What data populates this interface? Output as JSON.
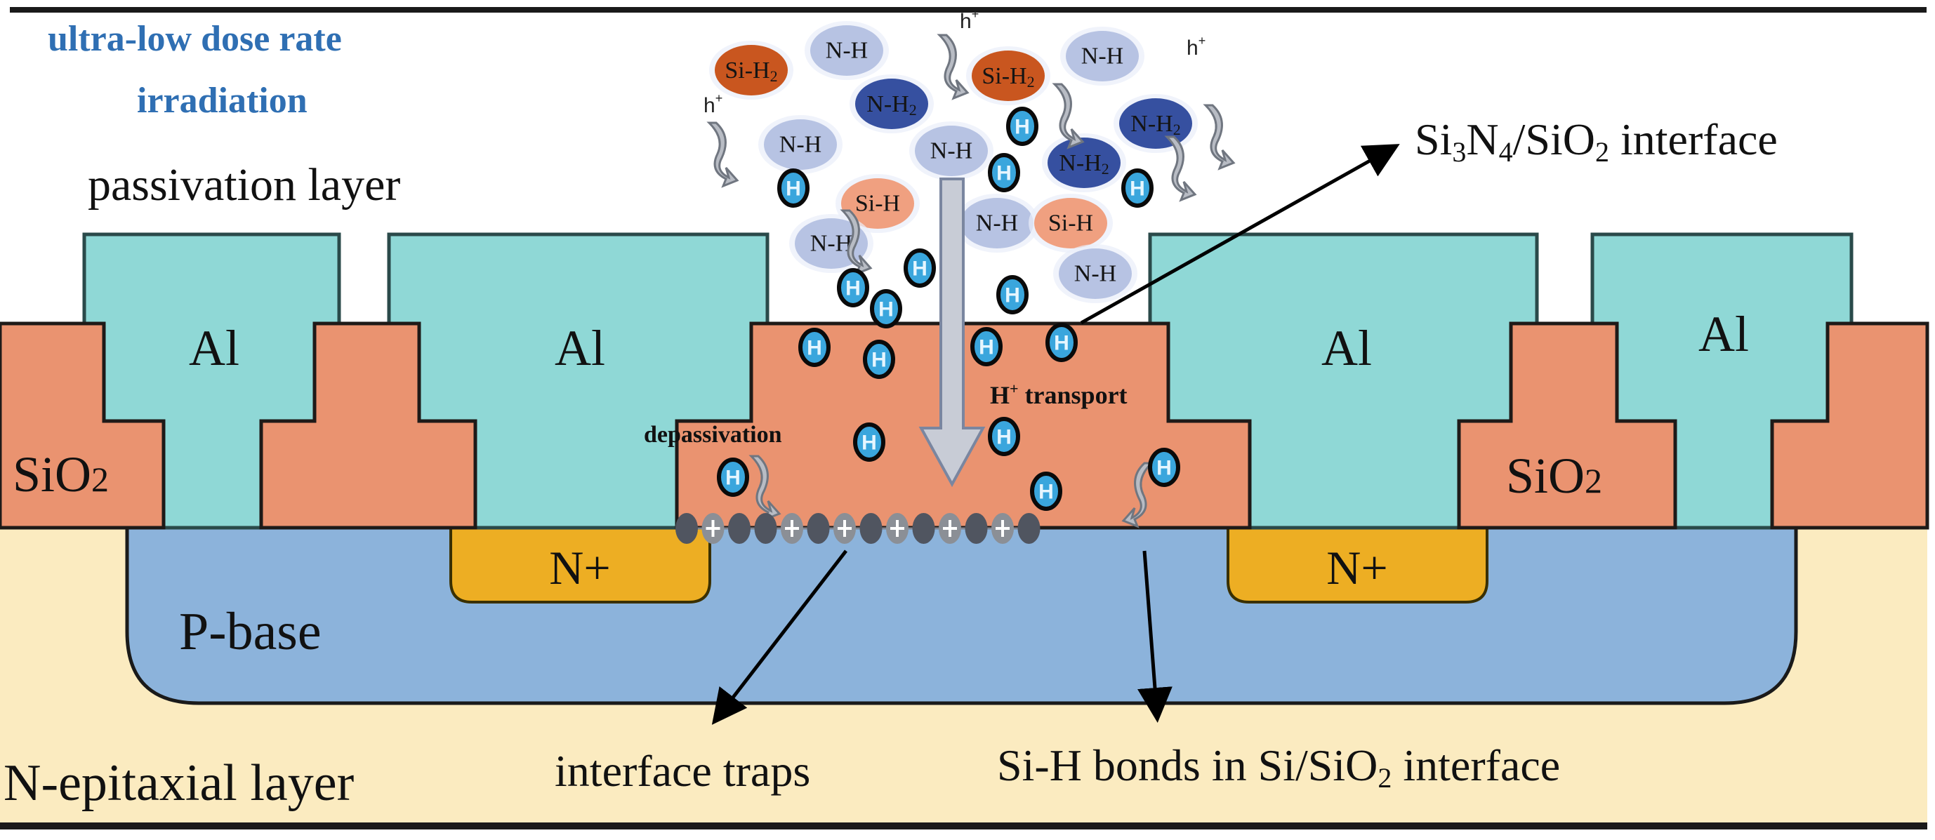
{
  "figure": {
    "title_line1": "ultra-low dose rate",
    "title_line2": "irradiation",
    "passivation_label": "passivation layer",
    "colors": {
      "aluminum": "#8fd8d6",
      "sio2": "#ea9370",
      "p_base": "#8cb3db",
      "n_plus": "#edae23",
      "n_epi": "#fbebc0",
      "title_blue": "#2f6fb3",
      "si_h2": "#c9561f",
      "si_h": "#f0a080",
      "n_h": "#b7c3e3",
      "n_h2": "#3650a0",
      "h_ion": "#3aa6dd",
      "trap_dark": "#505560",
      "trap_plus": "#8b8f96"
    },
    "regions": {
      "al_labels": [
        "Al",
        "Al",
        "Al",
        "Al"
      ],
      "sio2_left": {
        "base": "SiO",
        "sub": "2"
      },
      "sio2_right": {
        "base": "SiO",
        "sub": "2"
      },
      "n_plus_left": "N+",
      "n_plus_right": "N+",
      "p_base": "P-base",
      "n_epitaxial": "N-epitaxial layer"
    },
    "annotations": {
      "depassivation": "depassivation",
      "h_transport_prefix": "H",
      "h_transport_sup": "+",
      "h_transport_suffix": " transport",
      "si3n4_interface": {
        "p1": "Si",
        "s1": "3",
        "p2": "N",
        "s2": "4",
        "p3": "/SiO",
        "s3": "2",
        "p4": " interface"
      },
      "interface_traps": "interface traps",
      "si_h_bonds": {
        "p1": "Si-H bonds in Si/SiO",
        "s1": "2",
        "p2": " interface"
      }
    },
    "hole_label": {
      "base": "h",
      "sup": "+"
    },
    "molecules": {
      "si_h2": {
        "base": "Si-H",
        "sub": "2"
      },
      "si_h": "Si-H",
      "n_h": "N-H",
      "n_h2": {
        "base": "N-H",
        "sub": "2"
      },
      "h": "H"
    },
    "interface_pattern": [
      "dark",
      "plus",
      "dark",
      "dark",
      "plus",
      "dark",
      "plus",
      "dark",
      "plus",
      "dark",
      "plus",
      "dark",
      "plus",
      "dark"
    ]
  }
}
